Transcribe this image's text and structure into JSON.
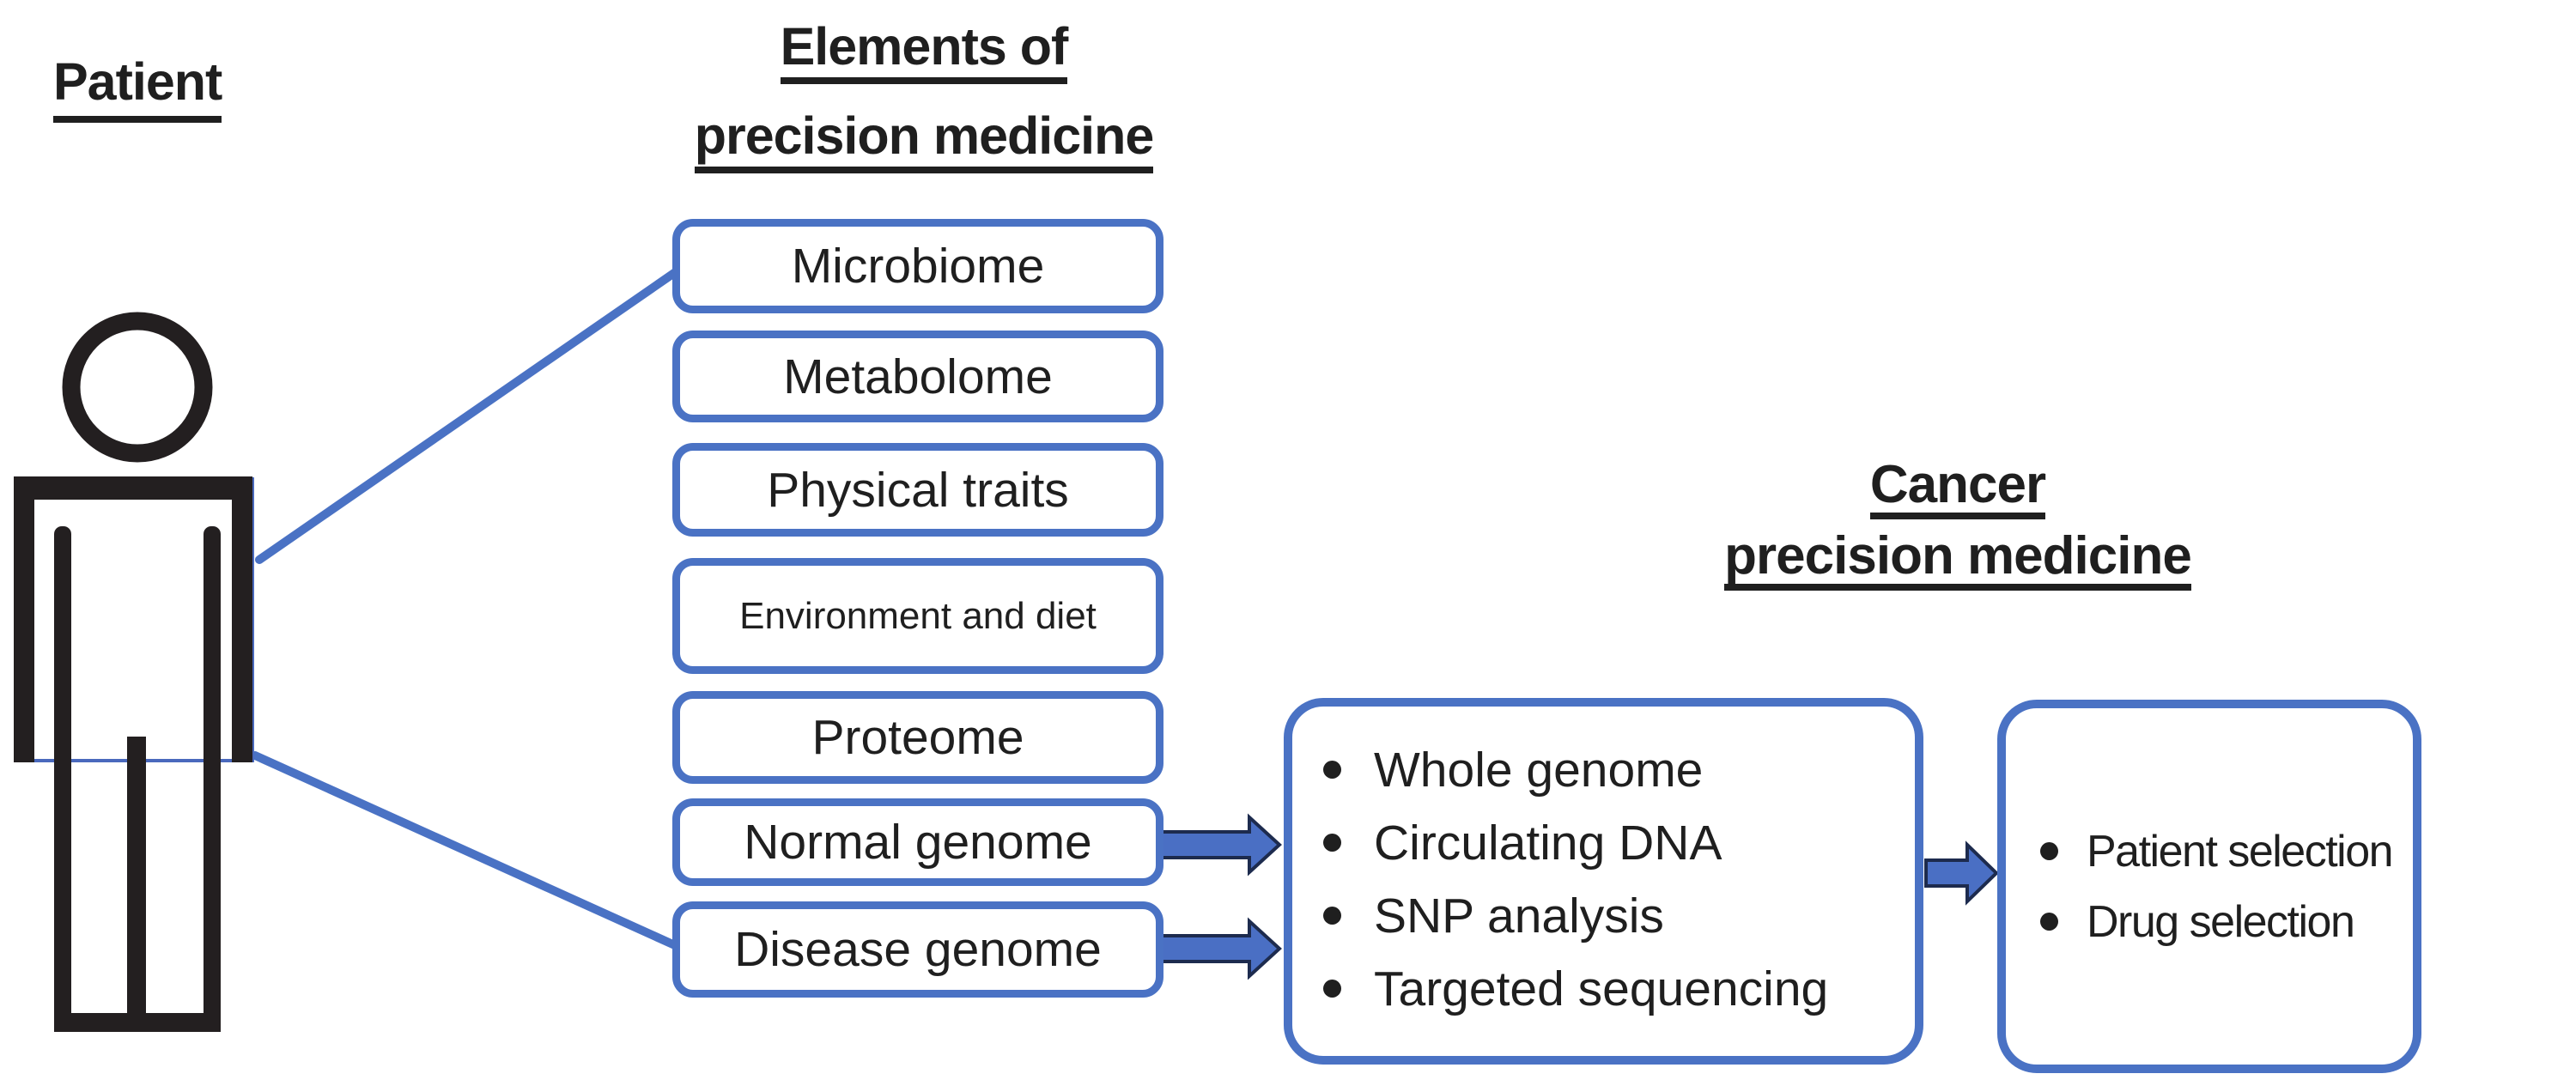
{
  "headings": {
    "patient": "Patient",
    "elements": {
      "line1": "Elements of",
      "line2": "precision medicine"
    },
    "cancer": {
      "line1": "Cancer",
      "line2": "precision medicine"
    }
  },
  "element_boxes": [
    {
      "label": "Microbiome"
    },
    {
      "label": "Metabolome"
    },
    {
      "label": "Physical traits"
    },
    {
      "label": "Environment and diet"
    },
    {
      "label": "Proteome"
    },
    {
      "label": "Normal genome"
    },
    {
      "label": "Disease genome"
    }
  ],
  "analysis_box": {
    "items": [
      "Whole genome",
      "Circulating DNA",
      "SNP analysis",
      "Targeted sequencing"
    ]
  },
  "outcome_box": {
    "items": [
      "Patient selection",
      "Drug selection"
    ]
  },
  "colors": {
    "accent_blue": "#4a72c4",
    "arrow_fill": "#4a6fc4",
    "arrow_outline": "#1d2b4e",
    "figure_black": "#231f20",
    "figure_hairline": "#4a69bd",
    "ink": "#1f1f1f"
  }
}
